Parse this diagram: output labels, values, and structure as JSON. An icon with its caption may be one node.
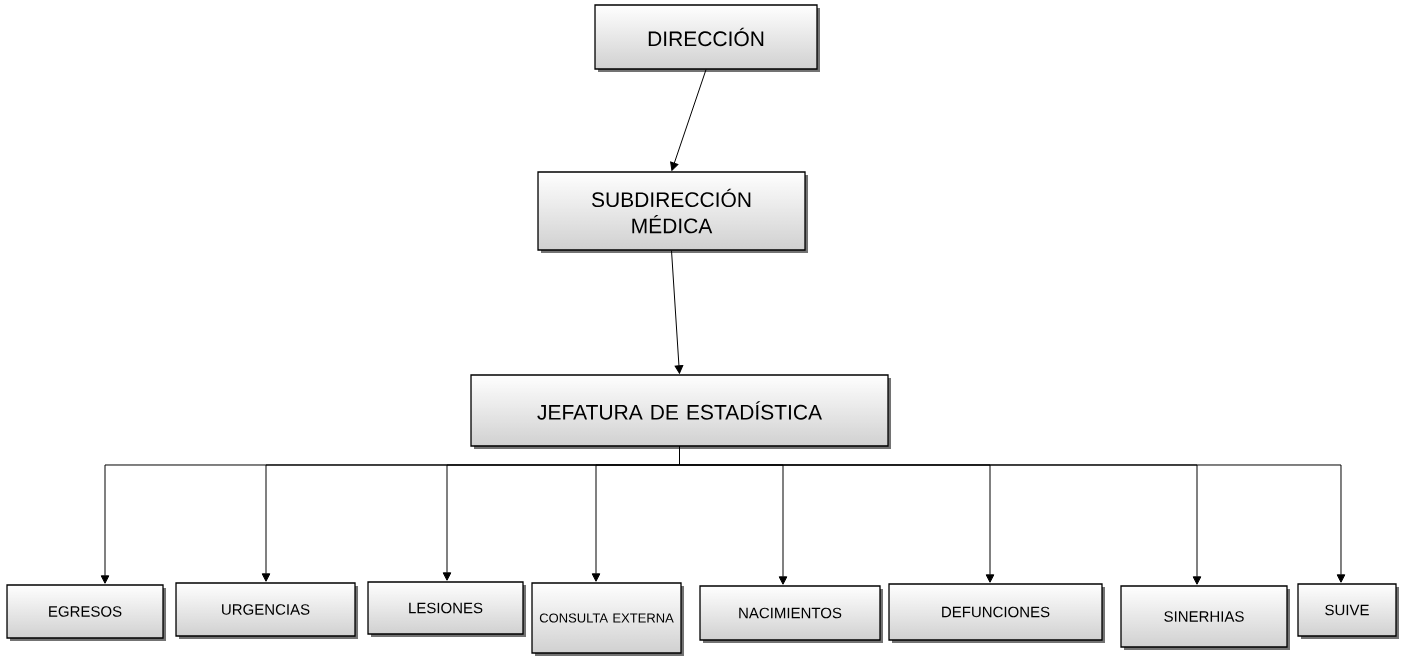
{
  "diagram": {
    "nodes": [
      {
        "text": [
          "DIRECCIÓN"
        ]
      },
      {
        "text": [
          "SUBDIRECCIÓN MÉDICA"
        ]
      },
      {
        "text": [
          "JEFATURA DE ESTADÍSTICA"
        ]
      },
      {
        "text": [
          "EGRESOS"
        ]
      },
      {
        "text": [
          "URGENCIAS"
        ]
      },
      {
        "text": [
          "LESIONES"
        ]
      },
      {
        "text": [
          "CONSULTA EXTERNA"
        ]
      },
      {
        "text": [
          "NACIMIENTOS"
        ]
      },
      {
        "text": [
          "DEFUNCIONES"
        ]
      },
      {
        "text": [
          "SINERHIAS"
        ]
      },
      {
        "text": [
          "SUIVE"
        ]
      }
    ],
    "edges": [
      {
        "from": 0,
        "to": 1,
        "arrow": "to"
      },
      {
        "from": 1,
        "to": 2,
        "arrow": "to"
      },
      {
        "from": 2,
        "to": 3,
        "arrow": "to"
      },
      {
        "from": 2,
        "to": 4,
        "arrow": "to"
      },
      {
        "from": 2,
        "to": 5,
        "arrow": "to"
      },
      {
        "from": 2,
        "to": 6,
        "arrow": "to"
      },
      {
        "from": 2,
        "to": 7,
        "arrow": "to"
      },
      {
        "from": 2,
        "to": 8,
        "arrow": "to"
      },
      {
        "from": 2,
        "to": 9,
        "arrow": "to"
      },
      {
        "from": 2,
        "to": 10,
        "arrow": "to"
      }
    ]
  }
}
